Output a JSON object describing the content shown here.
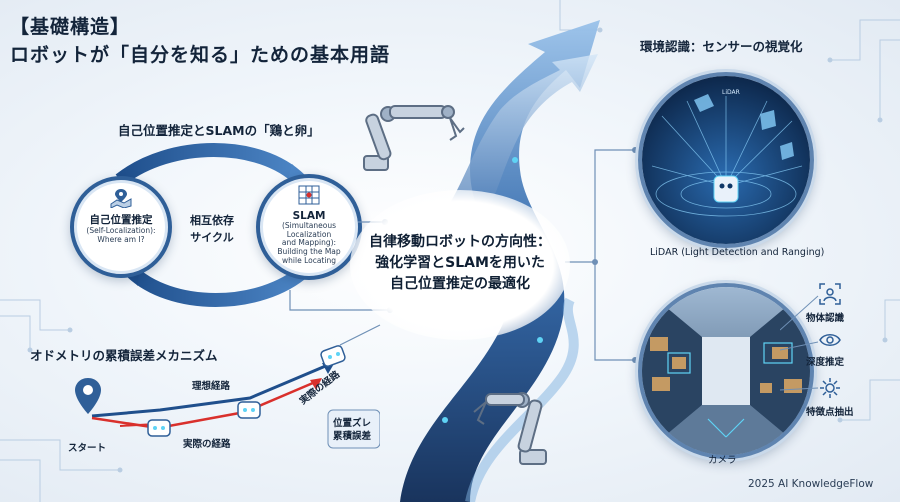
{
  "title": {
    "line1": "【基礎構造】",
    "line2": "ロボットが「自分を知る」ための基本用語"
  },
  "slam_section": {
    "heading": "自己位置推定とSLAMの「鶏と卵」",
    "self_node": {
      "title": "自己位置推定",
      "subtitle_line1": "(Self-Localization):",
      "subtitle_line2": "Where am I?"
    },
    "slam_node": {
      "title": "SLAM",
      "subtitle_line1": "(Simultaneous Localization",
      "subtitle_line2": "and Mapping):",
      "subtitle_line3": "Building the Map",
      "subtitle_line4": "while Locating"
    },
    "cycle_line1": "相互依存",
    "cycle_line2": "サイクル"
  },
  "center": {
    "line1": "自律移動ロボットの方向性：",
    "line2": "強化学習とSLAMを用いた",
    "line3": "自己位置推定の最適化"
  },
  "odometry": {
    "heading": "オドメトリの累積誤差メカニズム",
    "ideal_path": "理想経路",
    "actual_path_diag": "実際の経路",
    "actual_path": "実際の経路",
    "start": "スタート",
    "error_line1": "位置ズレ",
    "error_line2": "累積誤差"
  },
  "environment": {
    "heading": "環境認識：センサーの視覚化",
    "lidar_caption": "LiDAR (Light Detection and Ranging)",
    "lidar_label": "LiDAR",
    "camera_caption": "カメラ",
    "features": [
      "物体認識",
      "深度推定",
      "特徴点抽出"
    ]
  },
  "credit": "2025 AI KnowledgeFlow",
  "colors": {
    "primary": "#2f5f98",
    "dark_navy": "#13243a",
    "accent_cyan": "#5fd3f5",
    "ideal_line": "#1f4f8c",
    "actual_line": "#d9302c"
  }
}
